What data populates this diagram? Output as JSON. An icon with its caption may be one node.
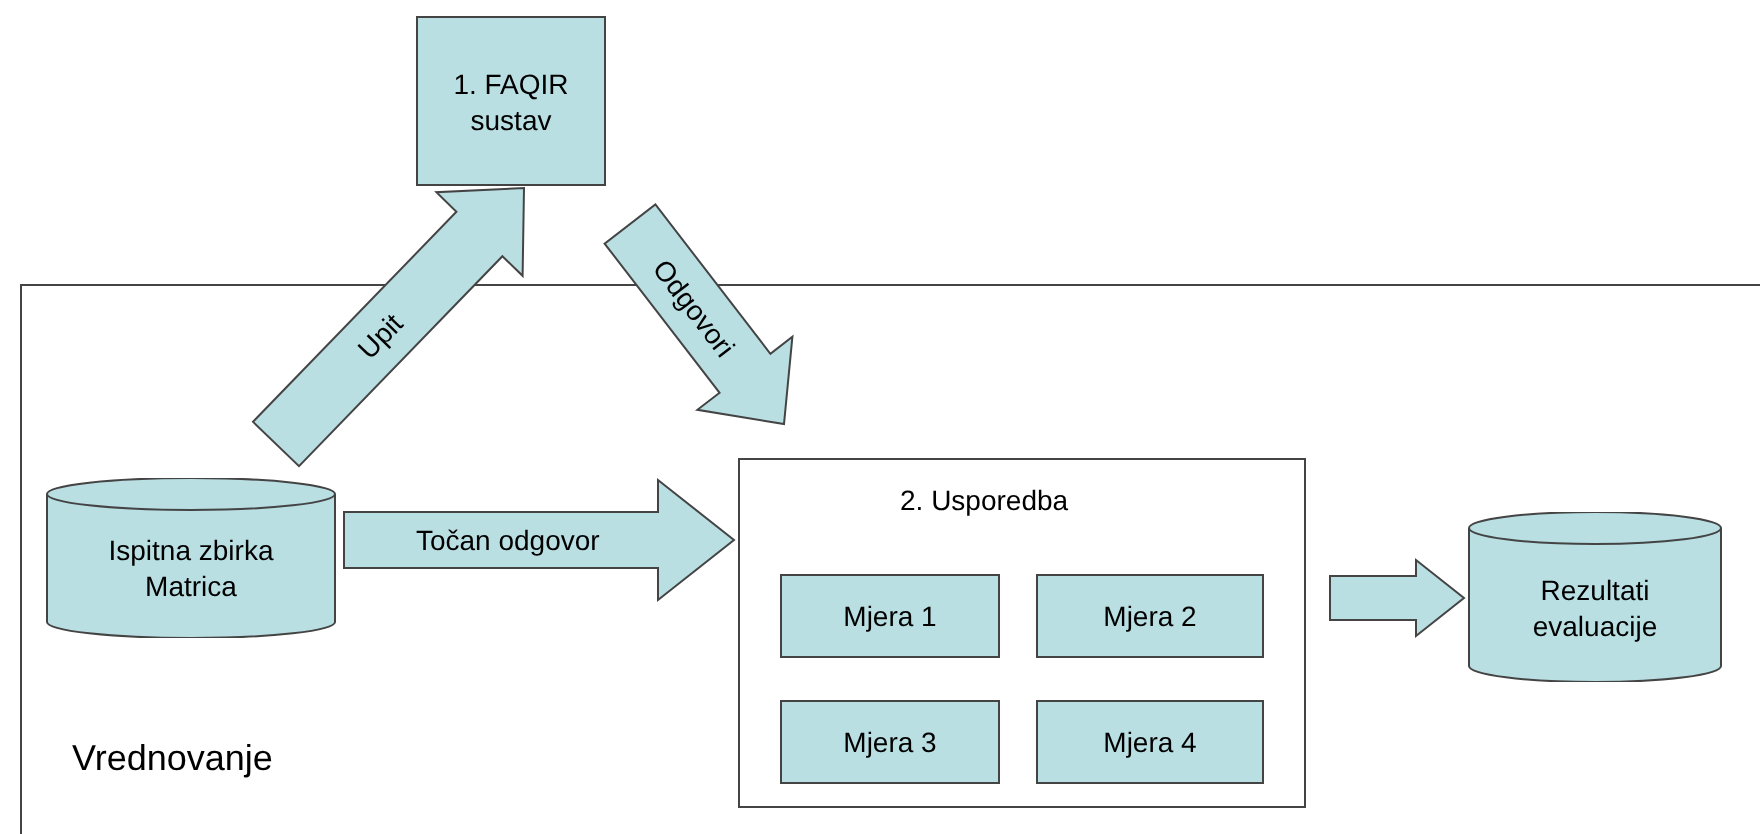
{
  "diagram": {
    "nodes": [
      {
        "text": [
          "Vrednovanje"
        ]
      },
      {
        "text": [
          "1. FAQIR sustav"
        ]
      },
      {
        "text": [
          "Ispitna zbirka Matrica"
        ],
        "in": 0
      },
      {
        "text": [
          "2. Usporedba"
        ],
        "in": 0
      },
      {
        "text": [
          "Mjera 1"
        ],
        "in": 3
      },
      {
        "text": [
          "Mjera 2"
        ],
        "in": 3
      },
      {
        "text": [
          "Mjera 3"
        ],
        "in": 3
      },
      {
        "text": [
          "Mjera 4"
        ],
        "in": 3
      },
      {
        "text": [
          "Rezultati evaluacije"
        ],
        "in": 0
      }
    ],
    "edges": [
      {
        "from": 2,
        "to": 1,
        "arrow": "to",
        "label": "Upit"
      },
      {
        "from": 1,
        "to": 3,
        "arrow": "to",
        "label": "Odgovori"
      },
      {
        "from": 2,
        "to": 3,
        "arrow": "to",
        "label": "Točan odgovor"
      },
      {
        "from": 3,
        "to": 8,
        "arrow": "to"
      }
    ]
  }
}
